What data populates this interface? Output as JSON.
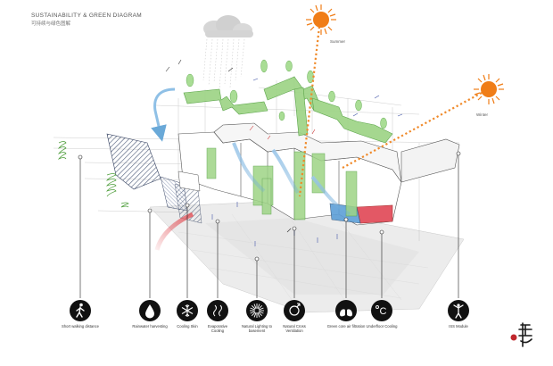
{
  "header": {
    "title": "SUSTAINABILITY & GREEN DIAGRAM",
    "subtitle": "可持续与绿色图解"
  },
  "suns": [
    {
      "label": "Summer",
      "icon": "sun-icon"
    },
    {
      "label": "Winter",
      "icon": "sun-icon"
    }
  ],
  "legend_icons": [
    {
      "icon": "person-walking-icon",
      "label": "Short walking distance"
    },
    {
      "icon": "water-drop-icon",
      "label": "Rainwater harvesting"
    },
    {
      "icon": "snowflake-icon",
      "label": "Cooling Skin"
    },
    {
      "icon": "evaporation-icon",
      "label": "Evaporative Cooling"
    },
    {
      "icon": "light-burst-icon",
      "label": "Natural Lighting to basement"
    },
    {
      "icon": "wind-cycle-icon",
      "label": "Natural Cross Ventilation"
    },
    {
      "icon": "lungs-icon",
      "label": "Green core air filtration"
    },
    {
      "icon": "celsius-icon",
      "label": "Underfloor Cooling"
    },
    {
      "icon": "figure-module-icon",
      "label": "ISS Module"
    }
  ],
  "colors": {
    "sun": "#f07d17",
    "sun_ray_path": "#f08a2a",
    "green_planes": "#9ed486",
    "green_stroke": "#4f9e3c",
    "rain_blue": "#6aa9d8",
    "red_air": "#e2545a",
    "dark_circle": "#111111",
    "seal_red": "#c0272d"
  }
}
